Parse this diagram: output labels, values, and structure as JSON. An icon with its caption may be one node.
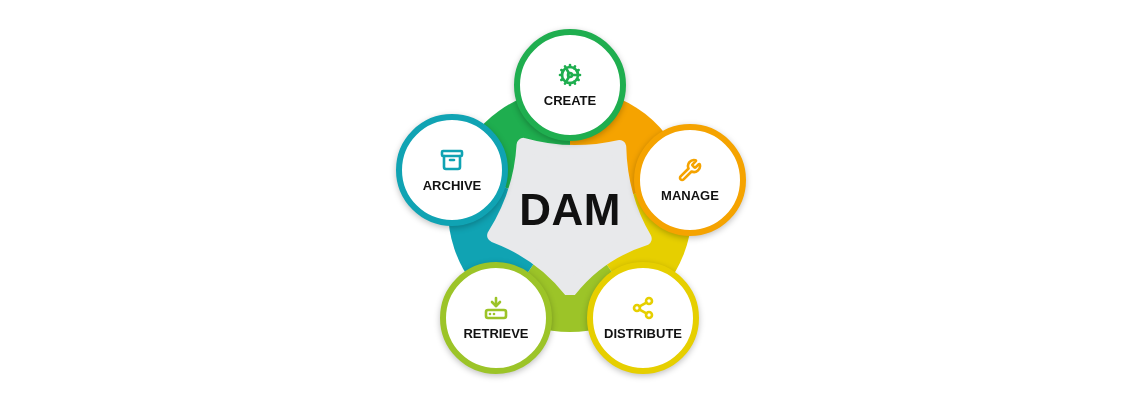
{
  "diagram": {
    "nodes": [
      {
        "text": [
          "DAM"
        ]
      },
      {
        "text": [
          "CREATE"
        ]
      },
      {
        "text": [
          "MANAGE"
        ]
      },
      {
        "text": [
          "DISTRIBUTE"
        ]
      },
      {
        "text": [
          "RETRIEVE"
        ]
      },
      {
        "text": [
          "ARCHIVE"
        ]
      }
    ]
  }
}
